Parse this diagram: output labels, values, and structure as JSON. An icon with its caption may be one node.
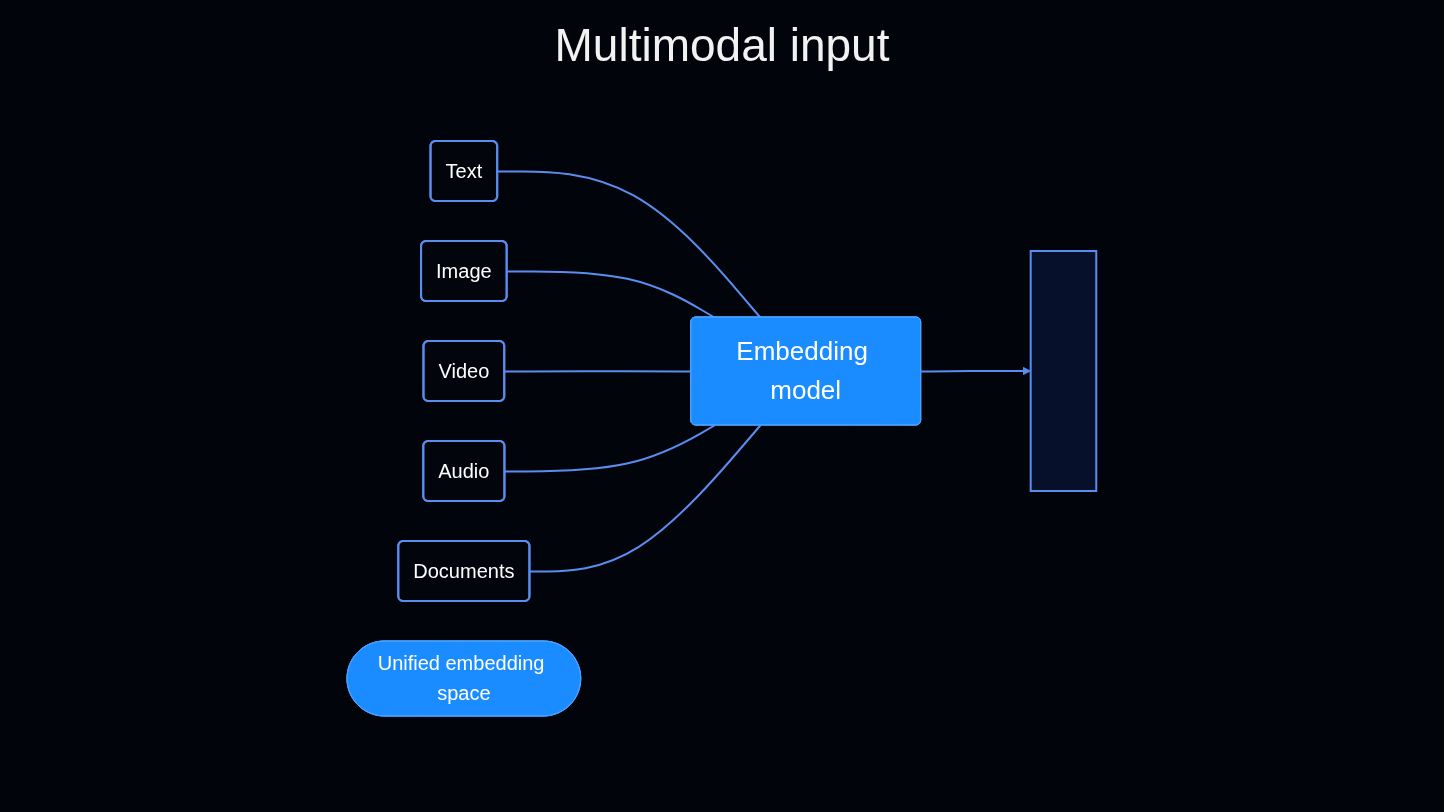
{
  "diagram": {
    "title": "Multimodal input",
    "nodes": [
      {
        "text": [
          "Text"
        ]
      },
      {
        "text": [
          "Image"
        ]
      },
      {
        "text": [
          "Video"
        ]
      },
      {
        "text": [
          "Audio"
        ]
      },
      {
        "text": [
          "Documents"
        ]
      },
      {
        "text": [
          "Embedding model"
        ]
      },
      {
        "text": [],
        "shape": "box"
      },
      {
        "text": [
          "Unified embedding space"
        ]
      }
    ],
    "edges": [
      {
        "from": 0,
        "to": 5,
        "arrow": "none"
      },
      {
        "from": 1,
        "to": 5,
        "arrow": "none"
      },
      {
        "from": 2,
        "to": 5,
        "arrow": "none"
      },
      {
        "from": 3,
        "to": 5,
        "arrow": "none"
      },
      {
        "from": 4,
        "to": 5,
        "arrow": "none"
      },
      {
        "from": 5,
        "to": 6,
        "arrow": "to"
      }
    ]
  }
}
